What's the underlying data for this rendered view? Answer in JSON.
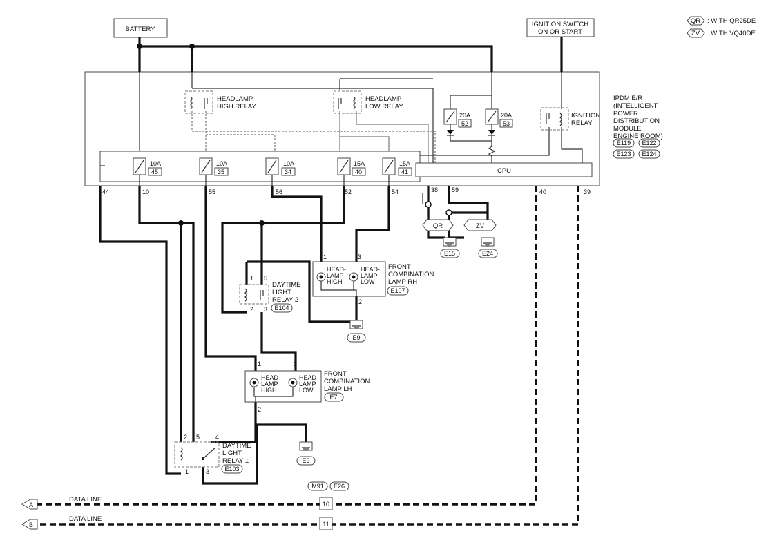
{
  "legend": {
    "qr_code": "QR",
    "qr_text": ": WITH QR25DE",
    "zv_code": "ZV",
    "zv_text": ": WITH VQ40DE"
  },
  "sources": {
    "battery": "BATTERY",
    "ignition_line1": "IGNITION SWITCH",
    "ignition_line2": "ON OR START"
  },
  "ipdm": {
    "lines": [
      "IPDM E/R",
      "(INTELLIGENT",
      "POWER",
      "DISTRIBUTION",
      "MODULE",
      "ENGINE ROOM)"
    ],
    "connectors": [
      "E119",
      "E122",
      "E123",
      "E124"
    ],
    "cpu": "CPU"
  },
  "relays": {
    "hi_line1": "HEADLAMP",
    "hi_line2": "HIGH RELAY",
    "lo_line1": "HEADLAMP",
    "lo_line2": "LOW RELAY",
    "ign_line1": "IGNITION",
    "ign_line2": "RELAY"
  },
  "fuses": [
    {
      "rating": "10A",
      "num": "45"
    },
    {
      "rating": "10A",
      "num": "35"
    },
    {
      "rating": "10A",
      "num": "34"
    },
    {
      "rating": "15A",
      "num": "40"
    },
    {
      "rating": "15A",
      "num": "41"
    },
    {
      "rating": "20A",
      "num": "52"
    },
    {
      "rating": "20A",
      "num": "53"
    }
  ],
  "ipdm_pins": [
    "44",
    "10",
    "55",
    "56",
    "52",
    "54",
    "38",
    "59",
    "40",
    "39"
  ],
  "grounds": {
    "qr": "QR",
    "zv": "ZV",
    "e15": "E15",
    "e24": "E24",
    "e9a": "E9",
    "e9b": "E9"
  },
  "lamp_rh": {
    "title": [
      "FRONT",
      "COMBINATION",
      "LAMP RH"
    ],
    "connector": "E107",
    "high": [
      "HEAD-",
      "LAMP",
      "HIGH"
    ],
    "low": [
      "HEAD-",
      "LAMP",
      "LOW"
    ],
    "pins": [
      "1",
      "3",
      "2"
    ]
  },
  "lamp_lh": {
    "title": [
      "FRONT",
      "COMBINATION",
      "LAMP LH"
    ],
    "connector": "E7",
    "high": [
      "HEAD-",
      "LAMP",
      "HIGH"
    ],
    "low": [
      "HEAD-",
      "LAMP",
      "LOW"
    ],
    "pins": [
      "1",
      "3",
      "2"
    ]
  },
  "dtr2": {
    "title": [
      "DAYTIME",
      "LIGHT",
      "RELAY 2"
    ],
    "connector": "E104",
    "pins": [
      "1",
      "5",
      "2",
      "3"
    ]
  },
  "dtr1": {
    "title": [
      "DAYTIME",
      "LIGHT",
      "RELAY 1"
    ],
    "connector": "E103",
    "pins": [
      "2",
      "5",
      "4",
      "1",
      "3"
    ]
  },
  "data_lines": {
    "label_a": "DATA LINE",
    "label_b": "DATA LINE",
    "arrow_a": "A",
    "arrow_b": "B",
    "conn1": "M91",
    "conn2": "E26",
    "pin_a": "10",
    "pin_b": "11"
  }
}
